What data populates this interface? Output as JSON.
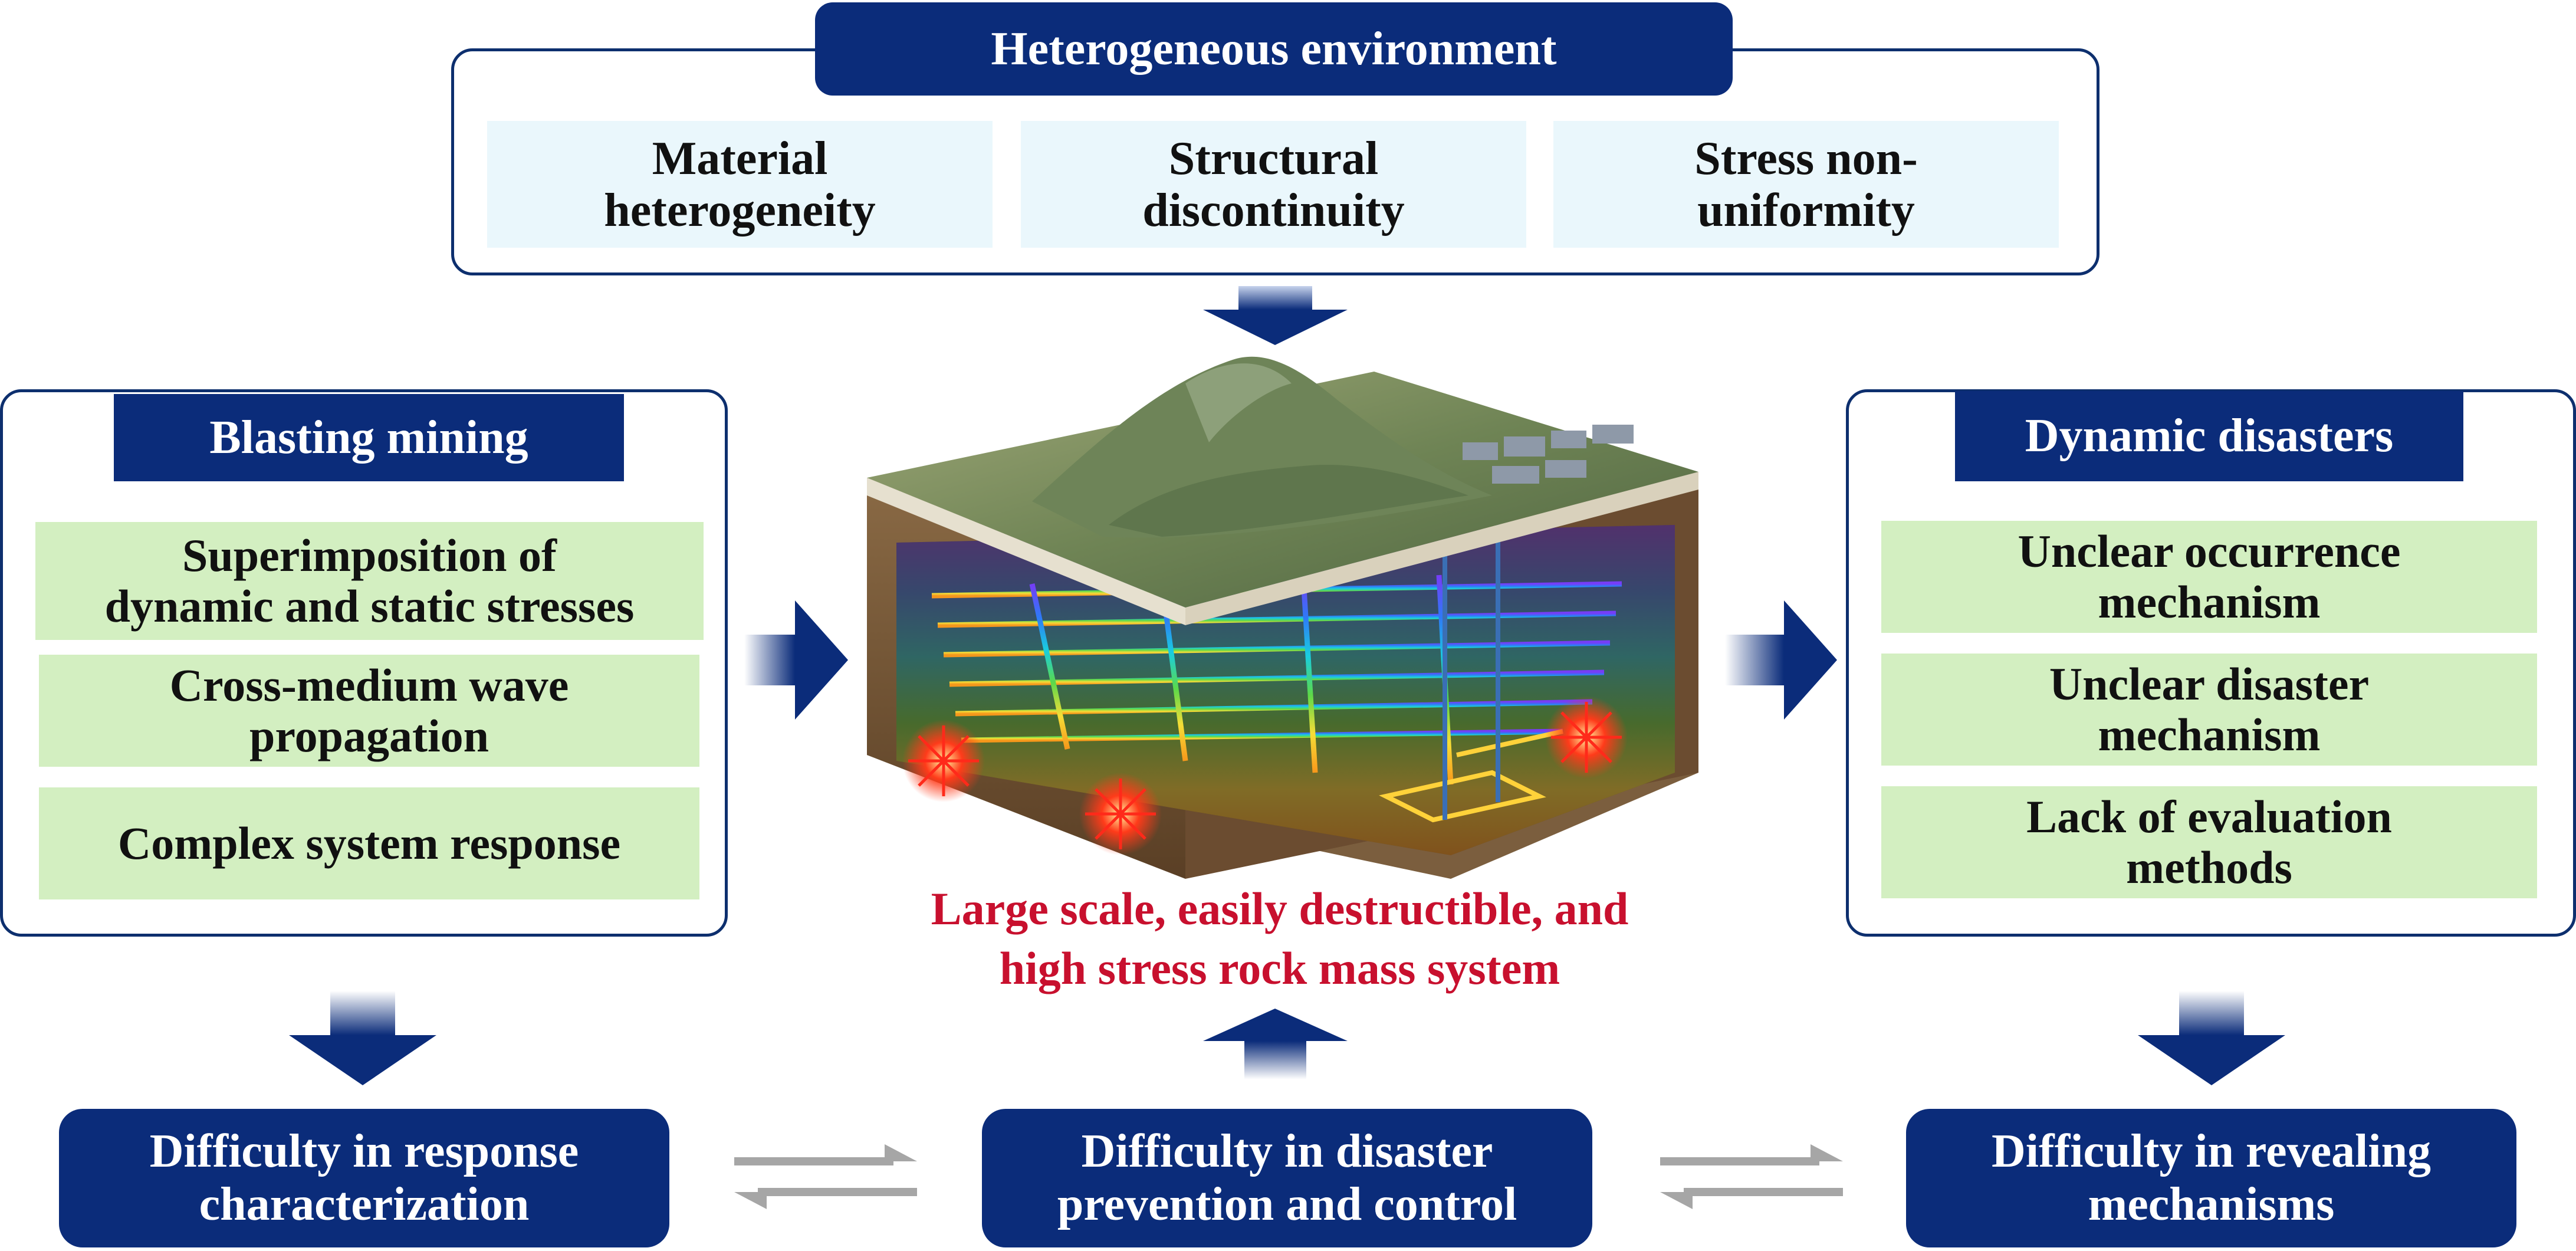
{
  "top": {
    "header": "Heterogeneous environment",
    "items": [
      "Material\nheterogeneity",
      "Structural\ndiscontinuity",
      "Stress non-\nuniformity"
    ]
  },
  "left": {
    "header": "Blasting mining",
    "items": [
      "Superimposition of\ndynamic and static stresses",
      "Cross-medium wave\npropagation",
      "Complex system response"
    ]
  },
  "right": {
    "header": "Dynamic disasters",
    "items": [
      "Unclear occurrence\nmechanism",
      "Unclear disaster\nmechanism",
      "Lack of evaluation\nmethods"
    ]
  },
  "center": {
    "caption": "Large scale, easily destructible, and\nhigh stress rock mass system"
  },
  "bottom": [
    "Difficulty in response\ncharacterization",
    "Difficulty in disaster\nprevention and control",
    "Difficulty in revealing\nmechanisms"
  ],
  "colors": {
    "navy": "#0b2c7a",
    "light_blue_cell": "#eaf7fc",
    "green_cell": "#d3efc1",
    "caption_red": "#c8102e",
    "exchange_arrow_gray": "#a6a6a6"
  }
}
